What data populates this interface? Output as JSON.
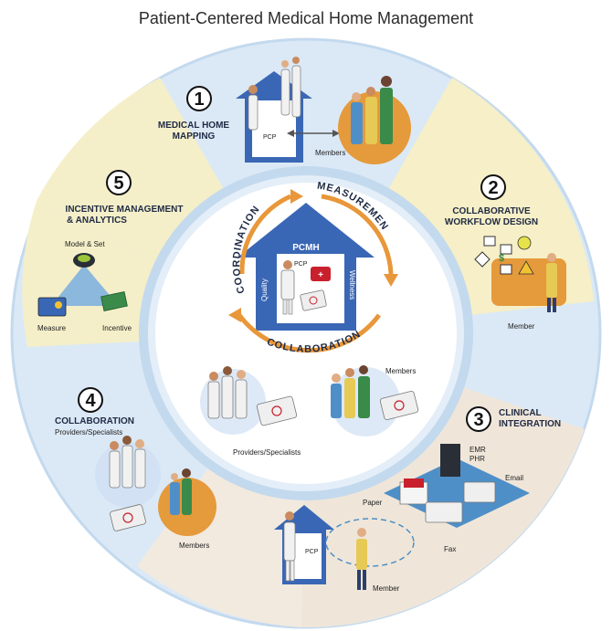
{
  "title": "Patient-Centered Medical Home Management",
  "center": {
    "house_label": "PCMH",
    "pcp_label": "PCP",
    "quality": "Quality",
    "wellness": "Wellness",
    "arc_coordination": "COORDINATION",
    "arc_measurement": "MEASUREMENT",
    "arc_collaboration": "COLLABORATION"
  },
  "inner_ring": {
    "providers_label": "Providers/Specialists",
    "members_label": "Members"
  },
  "sections": [
    {
      "number": "1",
      "title_line1": "MEDICAL HOME",
      "title_line2": "MAPPING",
      "pcp": "PCP",
      "members": "Members"
    },
    {
      "number": "2",
      "title_line1": "COLLABORATIVE",
      "title_line2": "WORKFLOW DESIGN",
      "member": "Member"
    },
    {
      "number": "3",
      "title_line1": "CLINICAL",
      "title_line2": "INTEGRATION",
      "emr": "EMR",
      "phr": "PHR",
      "email": "Email",
      "paper": "Paper",
      "fax": "Fax"
    },
    {
      "number": "4",
      "title_line1": "COLLABORATION",
      "subtitle": "Providers/Specialists",
      "members": "Members"
    },
    {
      "number": "5",
      "title_line1": "INCENTIVE MANAGEMENT",
      "title_line2": "& ANALYTICS",
      "model": "Model & Set",
      "measure": "Measure",
      "incentive": "Incentive"
    }
  ],
  "bottom": {
    "pcp": "PCP",
    "member": "Member"
  },
  "colors": {
    "ring_blue": "#cfe1f2",
    "ring_border": "#b9d3ea",
    "yellow": "#f6f0c8",
    "peach": "#f7ead6",
    "house_blue": "#3a67b5",
    "orange": "#e59a3c",
    "arrow_orange": "#e8973a"
  }
}
